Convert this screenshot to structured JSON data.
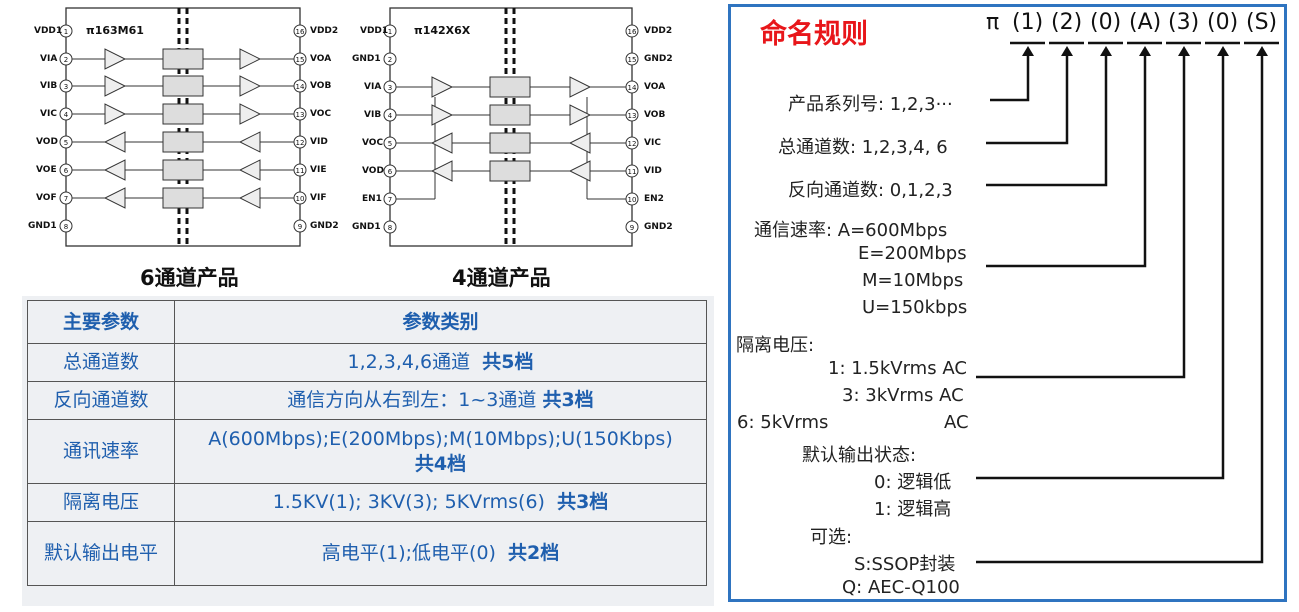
{
  "chip6": {
    "name": "π163M61",
    "caption": "6通道产品",
    "left_pins": [
      "VDD1",
      "VIA",
      "VIB",
      "VIC",
      "VOD",
      "VOE",
      "VOF",
      "GND1"
    ],
    "right_pins": [
      "VDD2",
      "VOA",
      "VOB",
      "VOC",
      "VID",
      "VIE",
      "VIF",
      "GND2"
    ]
  },
  "chip4": {
    "name": "π142X6X",
    "caption": "4通道产品",
    "left_pins": [
      "VDD1",
      "GND1",
      "VIA",
      "VIB",
      "VOC",
      "VOD",
      "EN1",
      "GND1"
    ],
    "right_pins": [
      "VDD2",
      "GND2",
      "VOA",
      "VOB",
      "VIC",
      "VID",
      "EN2",
      "GND2"
    ]
  },
  "table": {
    "headers": [
      "主要参数",
      "参数类别"
    ],
    "rows": [
      {
        "param": "总通道数",
        "value": "1,2,3,4,6通道",
        "bold": "共5档"
      },
      {
        "param": "反向通道数",
        "value": "通信方向从右到左：1~3通道",
        "bold": "共3档"
      },
      {
        "param": "通讯速率",
        "value": "A(600Mbps);E(200Mbps);M(10Mbps);U(150Kbps)",
        "bold": "共4档"
      },
      {
        "param": "隔离电压",
        "value": "1.5KV(1); 3KV(3); 5KVrms(6)",
        "bold": "共3档"
      },
      {
        "param": "默认输出电平",
        "value": "高电平(1);低电平(0)",
        "bold": "共2档"
      }
    ]
  },
  "naming": {
    "title": "命名规则",
    "code": [
      "π",
      "(1)",
      "(2)",
      "(0)",
      "(A)",
      "(3)",
      "(0)",
      "(S)"
    ],
    "lines": [
      "产品系列号: 1,2,3···",
      "总通道数: 1,2,3,4,  6",
      "反向通道数: 0,1,2,3",
      "通信速率: A=600Mbps",
      "E=200Mbps",
      "M=10Mbps",
      "U=150kbps",
      "隔离电压:",
      "1: 1.5kVrms AC",
      "3: 3kVrms AC",
      "6: 5kVrms",
      "AC",
      "默认输出状态:",
      "0: 逻辑低",
      "1: 逻辑高",
      "可选:",
      "S:SSOP封装",
      "Q: AEC-Q100"
    ],
    "colors": {
      "border": "#2f74c0",
      "title": "#e8161a"
    }
  }
}
